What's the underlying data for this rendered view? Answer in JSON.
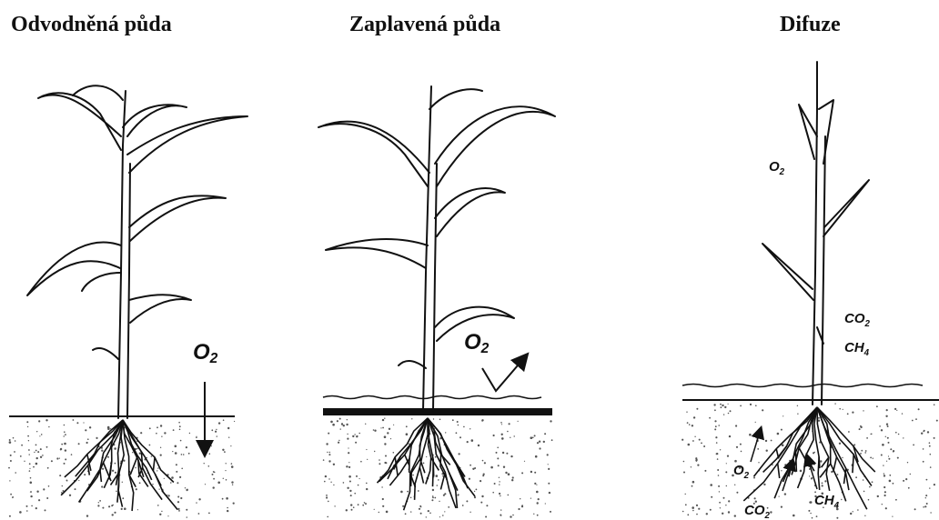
{
  "panels": [
    {
      "title": "Odvodněná půda",
      "labels": [
        "O2"
      ]
    },
    {
      "title": "Zaplavená půda",
      "labels": [
        "O2"
      ]
    },
    {
      "title": "Difuze",
      "labels": [
        "O2",
        "CO2",
        "CH4",
        "O2",
        "CO2",
        "CH4"
      ]
    }
  ],
  "colors": {
    "ink": "#111111",
    "soil_dots": "#555555"
  }
}
